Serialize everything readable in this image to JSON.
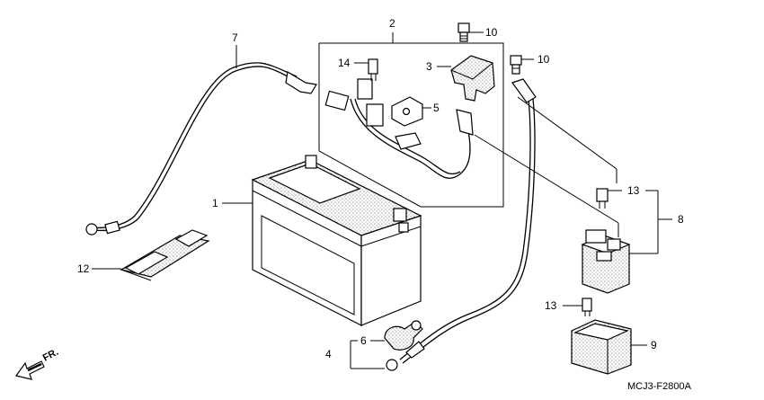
{
  "diagram": {
    "code": "MCJ3-F2800A",
    "direction_label": "FR.",
    "callouts": {
      "c1": "1",
      "c2": "2",
      "c3": "3",
      "c4": "4",
      "c5": "5",
      "c6": "6",
      "c7": "7",
      "c8": "8",
      "c9": "9",
      "c10a": "10",
      "c10b": "10",
      "c12": "12",
      "c13a": "13",
      "c13b": "13",
      "c14": "14"
    }
  }
}
